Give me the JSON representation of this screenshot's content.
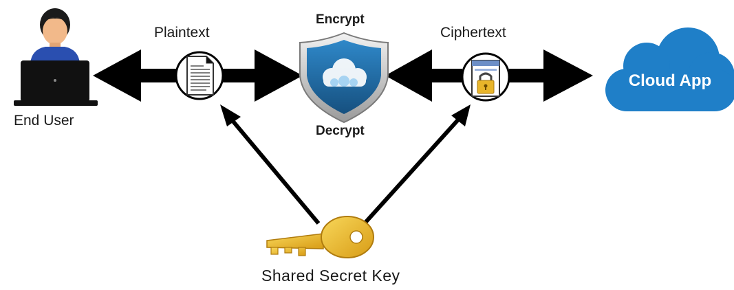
{
  "labels": {
    "plaintext": "Plaintext",
    "ciphertext": "Ciphertext",
    "end_user": "End User",
    "encrypt": "Encrypt",
    "decrypt": "Decrypt",
    "cloud_app": "Cloud App",
    "shared_key": "Shared Secret Key"
  },
  "icons": {
    "user": "person-at-laptop-icon",
    "document": "document-icon",
    "shield": "shield-cloud-icon",
    "lock": "padlock-window-icon",
    "cloud": "cloud-icon",
    "key": "key-icon"
  },
  "colors": {
    "arrow": "#000000",
    "shield_blue": "#1f6fae",
    "cloud_blue": "#1f7fc8",
    "key_gold": "#f2c230",
    "person_shirt": "#2a4fb0",
    "lock_gold": "#e8b52a"
  }
}
